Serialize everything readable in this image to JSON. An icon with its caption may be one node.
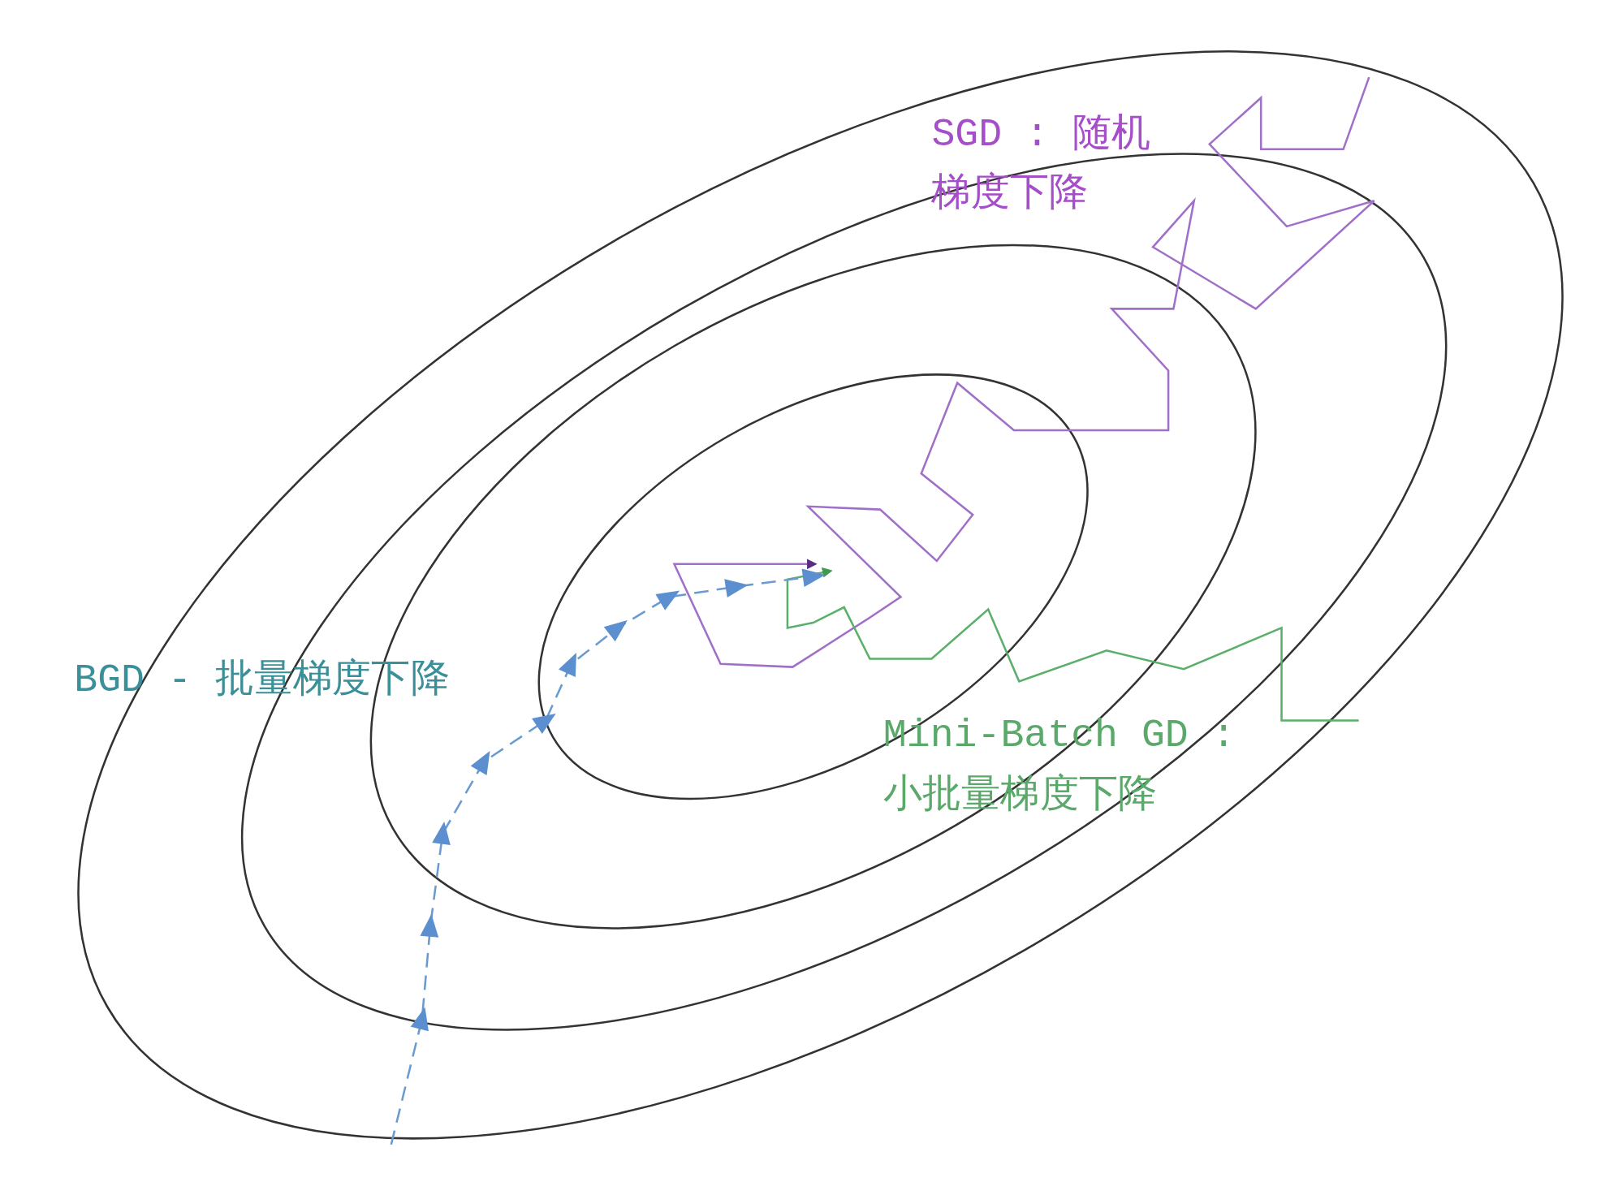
{
  "diagram": {
    "labels": [
      "SGD : 随机梯度下降",
      "BGD - 批量梯度下降",
      "Mini-Batch GD : 小批量梯度下降"
    ]
  }
}
